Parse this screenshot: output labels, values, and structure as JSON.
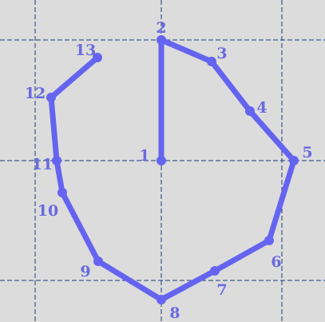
{
  "colors": {
    "background": "#dcdcdc",
    "guide_line": "#1a3a7a",
    "path": "#6464f0",
    "label": "#6a6ae0"
  },
  "points": [
    {
      "label": "1"
    },
    {
      "label": "2"
    },
    {
      "label": "3"
    },
    {
      "label": "4"
    },
    {
      "label": "5"
    },
    {
      "label": "6"
    },
    {
      "label": "7"
    },
    {
      "label": "8"
    },
    {
      "label": "9"
    },
    {
      "label": "10"
    },
    {
      "label": "11"
    },
    {
      "label": "12"
    },
    {
      "label": "13"
    }
  ]
}
